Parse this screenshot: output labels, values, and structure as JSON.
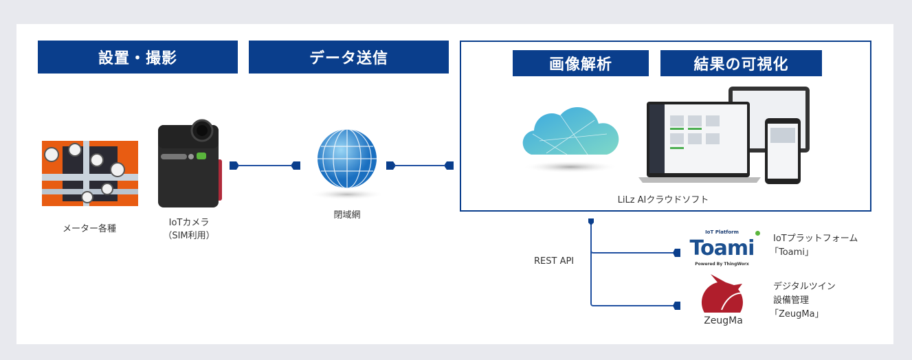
{
  "headers": {
    "install": "設置・撮影",
    "transmit": "データ送信",
    "analysis": "画像解析",
    "visualize": "結果の可視化"
  },
  "labels": {
    "meters": "メーター各種",
    "camera_line1": "IoTカメラ",
    "camera_line2": "（SIM利用）",
    "network": "閉域網",
    "cloud_soft": "LiLz AIクラウドソフト",
    "rest_api": "REST API"
  },
  "toami": {
    "logo_top": "IoT Platform",
    "logo_main": "Toami",
    "logo_sub": "Powered By ThingWorx",
    "desc_line1": "IoTプラットフォーム",
    "desc_line2": "「Toami」"
  },
  "zeugma": {
    "logo_text": "ZeugMa",
    "desc_line1": "デジタルツイン",
    "desc_line2": "設備管理",
    "desc_line3": "「ZeugMa」"
  },
  "colors": {
    "navy": "#0a3e8c",
    "line": "#1f4fa0",
    "bg": "#e8e9ee"
  }
}
